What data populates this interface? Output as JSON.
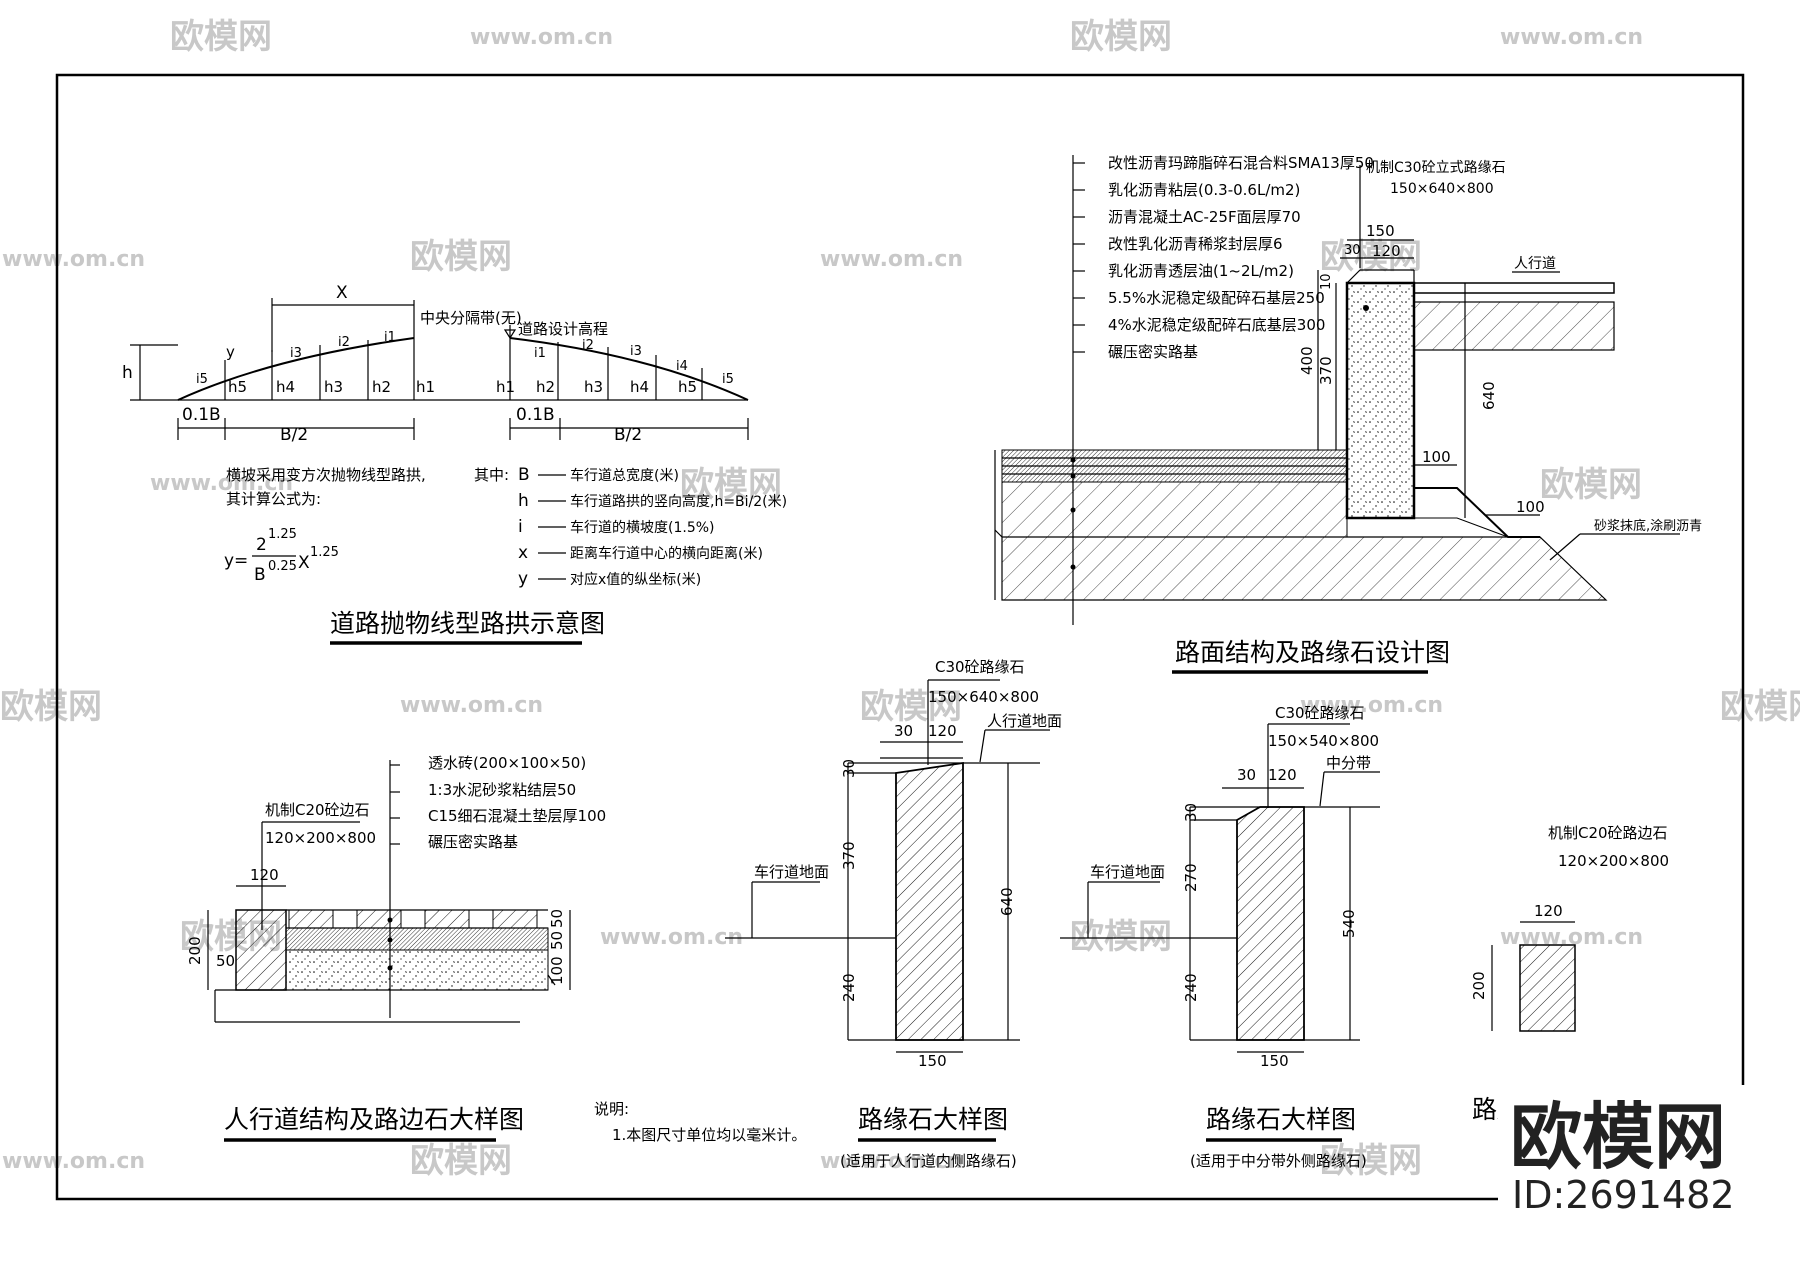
{
  "watermark": {
    "logo_text": "欧模网",
    "url": "www.om.cn",
    "id": "ID:2691482"
  },
  "parabola": {
    "title": "道路抛物线型路拱示意图",
    "X": "X",
    "y": "y",
    "h": "h",
    "central": "中央分隔带(无)",
    "design_elev": "道路设计高程",
    "h_labels": [
      "h5",
      "h4",
      "h3",
      "h2",
      "h1"
    ],
    "i_labels": [
      "i5",
      "i4",
      "i3",
      "i2",
      "i1"
    ],
    "dim_01B": "0.1B",
    "dim_B2": "B/2",
    "formula_note_1": "横坡采用变方次抛物线型路拱,",
    "formula_note_2": "其计算公式为:",
    "f_y": "y=",
    "f_num": "2",
    "f_num_exp": "1.25",
    "f_den": "B",
    "f_den_exp": "0.25",
    "f_x": "X",
    "f_x_exp": "1.25",
    "legend_head": "其中:",
    "legend": [
      {
        "sym": "B",
        "text": "车行道总宽度(米)"
      },
      {
        "sym": "h",
        "text": "车行道路拱的竖向高度,h=Bi/2(米)"
      },
      {
        "sym": "i",
        "text": "车行道的横坡度(1.5%)"
      },
      {
        "sym": "x",
        "text": "距离车行道中心的横向距离(米)"
      },
      {
        "sym": "y",
        "text": "对应x值的纵坐标(米)"
      }
    ]
  },
  "pavement": {
    "title": "路面结构及路缘石设计图",
    "layers": [
      "改性沥青玛蹄脂碎石混合料SMA13厚50",
      "乳化沥青粘层(0.3-0.6L/m2)",
      "沥青混凝土AC-25F面层厚70",
      "改性乳化沥青稀浆封层厚6",
      "乳化沥青透层油(1~2L/m2)",
      "5.5%水泥稳定级配碎石基层250",
      "4%水泥稳定级配碎石底基层300",
      "碾压密实路基"
    ],
    "curb_label_1": "机制C30砼立式路缘石",
    "curb_label_2": "150×640×800",
    "sidewalk": "人行道",
    "mortar": "砂浆抹底,涂刷沥青",
    "dims": {
      "d150": "150",
      "d30": "30",
      "d120": "120",
      "d400": "400",
      "d370": "370",
      "d640": "640",
      "d100a": "100",
      "d100b": "100",
      "d10": "10"
    }
  },
  "sidewalk_detail": {
    "title": "人行道结构及路边石大样图",
    "stone_1": "机制C20砼边石",
    "stone_2": "120×200×800",
    "layers": [
      "透水砖(200×100×50)",
      "1:3水泥砂浆粘结层50",
      "C15细石混凝土垫层厚100",
      "碾压密实路基"
    ],
    "dims": {
      "d120": "120",
      "d200": "200",
      "d50": "50",
      "r50a": "50",
      "r50b": "50",
      "r100": "100"
    }
  },
  "curb_a": {
    "title": "路缘石大样图",
    "subtitle": "(适用于人行道内侧路缘石)",
    "label_1": "C30砼路缘石",
    "label_2": "150×640×800",
    "top_label": "人行道地面",
    "side_label": "车行道地面",
    "dims": {
      "d30t": "30",
      "d120": "120",
      "d30": "30",
      "d370": "370",
      "d240": "240",
      "d640": "640",
      "d150": "150"
    }
  },
  "curb_b": {
    "title": "路缘石大样图",
    "subtitle": "(适用于中分带外侧路缘石)",
    "label_1": "C30砼路缘石",
    "label_2": "150×540×800",
    "top_label": "中分带",
    "side_label": "车行道地面",
    "dims": {
      "d30t": "30",
      "d120": "120",
      "d30": "30",
      "d270": "270",
      "d240": "240",
      "d540": "540",
      "d150": "150"
    }
  },
  "edge_stone": {
    "title": "路边石大样图",
    "label_1": "机制C20砼路边石",
    "label_2": "120×200×800",
    "dims": {
      "d120": "120",
      "d200": "200"
    }
  },
  "notes": {
    "head": "说明:",
    "item": "1.本图尺寸单位均以毫米计。"
  }
}
